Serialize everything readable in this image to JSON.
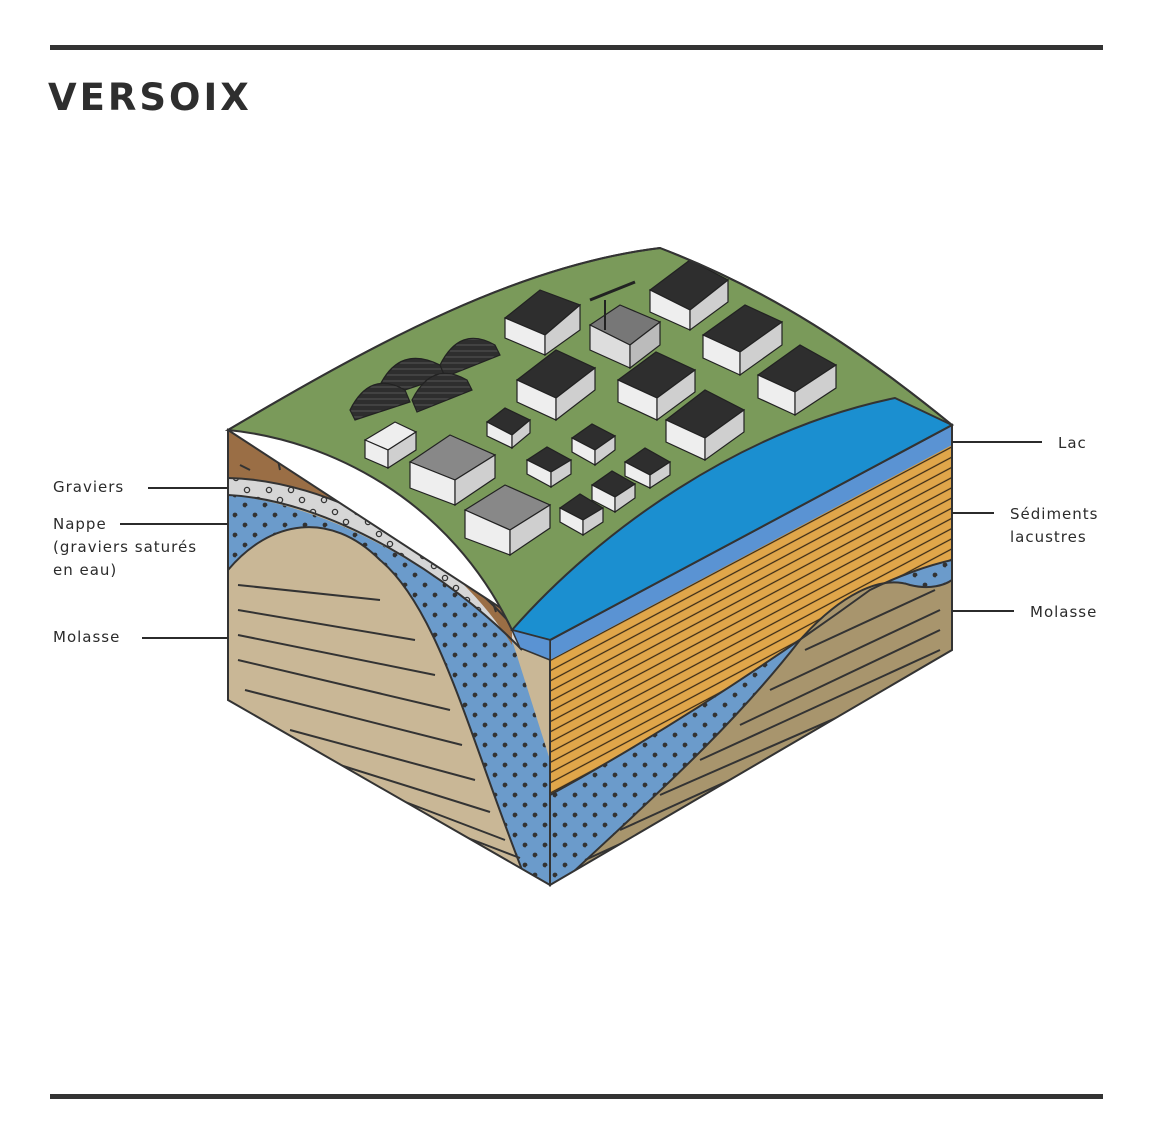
{
  "title": "VERSOIX",
  "labels": {
    "graviers": "Graviers",
    "nappe": "Nappe\n(graviers saturés\nen eau)",
    "molasse_left": "Molasse",
    "lac": "Lac",
    "sediments": "Sédiments\nlacustres",
    "molasse_right": "Molasse"
  },
  "colors": {
    "grass": "#7a9a5a",
    "gravel": "#9a6e45",
    "gravel_light": "#d6d6d6",
    "aquifer": "#6b9bcb",
    "molasse": "#c9b796",
    "molasse_dark": "#a8956d",
    "lake_top": "#1b8fd0",
    "lake_side": "#5a93d3",
    "sediments": "#e0a64a",
    "building": "#2e2e2e"
  },
  "icons": [
    "building-icon",
    "greenhouse-icon",
    "house-icon",
    "crane-icon"
  ]
}
